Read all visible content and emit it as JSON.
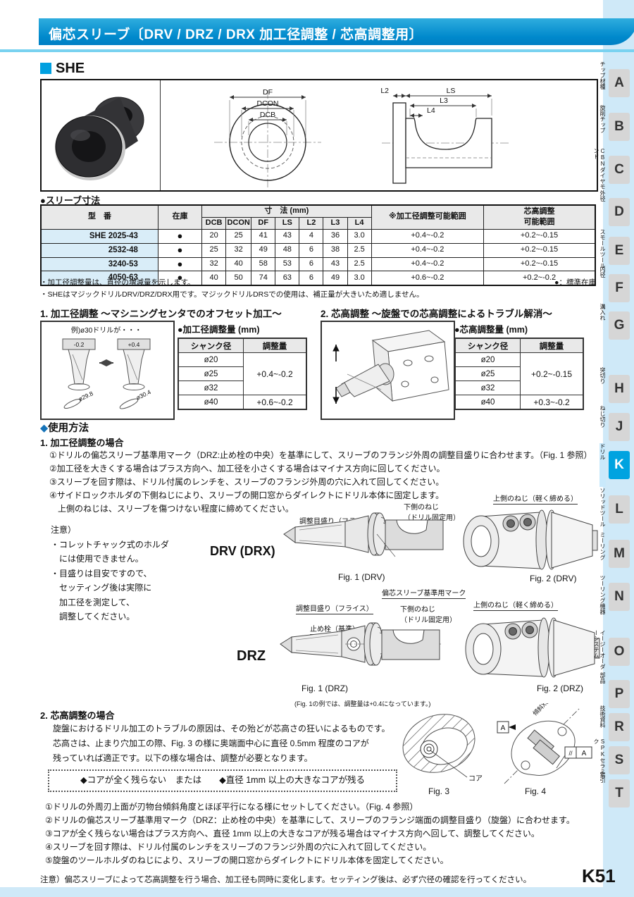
{
  "page": {
    "title": "偏芯スリーブ〔DRV / DRZ / DRX 加工径調整 / 芯高調整用〕",
    "page_number": "K51"
  },
  "she": {
    "label": "SHE"
  },
  "drawing": {
    "df": "DF",
    "dcon": "DCON",
    "dcb": "DCB",
    "l2": "L2",
    "ls": "LS",
    "l3": "L3",
    "l4": "L4"
  },
  "sleeve_table": {
    "heading": "●スリーブ寸法",
    "col_model": "型　番",
    "col_stock": "在庫",
    "col_dims": "寸　法 (mm)",
    "dim_cols": [
      "DCB",
      "DCON",
      "DF",
      "LS",
      "L2",
      "L3",
      "L4"
    ],
    "col_adjust": "※加工径調整可能範囲",
    "col_core_1": "芯高調整",
    "col_core_2": "可能範囲",
    "rows": [
      {
        "model": "SHE 2025-43",
        "stock": "●",
        "dims": [
          "20",
          "25",
          "41",
          "43",
          "4",
          "36",
          "3.0"
        ],
        "adjust": "+0.4~-0.2",
        "core": "+0.2~-0.15"
      },
      {
        "model": "2532-48",
        "stock": "●",
        "dims": [
          "25",
          "32",
          "49",
          "48",
          "6",
          "38",
          "2.5"
        ],
        "adjust": "+0.4~-0.2",
        "core": "+0.2~-0.15"
      },
      {
        "model": "3240-53",
        "stock": "●",
        "dims": [
          "32",
          "40",
          "58",
          "53",
          "6",
          "43",
          "2.5"
        ],
        "adjust": "+0.4~-0.2",
        "core": "+0.2~-0.15"
      },
      {
        "model": "4050-63",
        "stock": "●",
        "dims": [
          "40",
          "50",
          "74",
          "63",
          "6",
          "49",
          "3.0"
        ],
        "adjust": "+0.6~-0.2",
        "core": "+0.2~-0.2"
      }
    ],
    "note1": "・加工径調整量は、直径の増減量を示します。",
    "note2": "・SHEはマジックドリルDRV/DRZ/DRX用です。マジックドリルDRSでの使用は、補正量が大きいため適しません。",
    "stock_legend": "●：標準在庫"
  },
  "adjust_example": {
    "caption": "例)ø30ドリルが・・・",
    "dial_left": "-0.2",
    "dial_right": "+0.4",
    "dia_left": "ø29.8",
    "dia_right": "ø30.4"
  },
  "section1": {
    "title": "1. 加工径調整 〜マシニングセンタでのオフセット加工〜",
    "table_title": "●加工径調整量 (mm)",
    "col_shank": "シャンク径",
    "col_amount": "調整量",
    "shank0": "ø20",
    "shank1": "ø25",
    "shank2": "ø32",
    "shank3": "ø40",
    "amount_small": "+0.4~-0.2",
    "amount_large": "+0.6~-0.2"
  },
  "section2": {
    "title": "2. 芯高調整 〜旋盤での芯高調整によるトラブル解消〜",
    "table_title": "●芯高調整量 (mm)",
    "col_shank": "シャンク径",
    "col_amount": "調整量",
    "shank0": "ø20",
    "shank1": "ø25",
    "shank2": "ø32",
    "shank3": "ø40",
    "amount_small": "+0.2~-0.15",
    "amount_large": "+0.3~-0.2"
  },
  "usage": {
    "heading_diamond": "◆",
    "heading_text": "使用方法",
    "case1_title": "1. 加工径調整の場合",
    "case1_steps": [
      "①ドリルの偏芯スリーブ基準用マーク（DRZ:止め栓の中央）を基準にして、スリーブのフランジ外周の調整目盛りに合わせます。（Fig. 1 参照）",
      "②加工径を大きくする場合はプラス方向へ、加工径を小さくする場合はマイナス方向に回してください。",
      "③スリーブを回す際は、ドリル付属のレンチを、スリーブのフランジ外周の穴に入れて回してください。",
      "④サイドロックホルダの下側ねじにより、スリーブの開口窓からダイレクトにドリル本体に固定します。",
      "　上側のねじは、スリーブを傷つけない程度に締めてください。"
    ],
    "caution_title": "注意）",
    "caution_lines": [
      "・コレットチャック式のホルダ",
      "　には使用できません。",
      "・目盛りは目安ですので、",
      "　セッティング後は実際に",
      "　加工径を測定して、",
      "　調整してください。"
    ],
    "drv_label": "DRV (DRX)",
    "drz_label": "DRZ",
    "fig1_drv": "Fig. 1 (DRV)",
    "fig2_drv": "Fig. 2 (DRV)",
    "fig1_drz": "Fig. 1 (DRZ)",
    "fig2_drz": "Fig. 2 (DRZ)",
    "drz_note": "(Fig. 1の例では、調整量は+0.4になっています。)",
    "callout_scale": "調整目盛り（フライス）",
    "callout_lower1": "下側のねじ",
    "callout_lower2": "（ドリル固定用）",
    "callout_upper": "上側のねじ（軽く締める）",
    "callout_mark": "偏芯スリーブ基準用マーク",
    "callout_pin": "止め栓（基準）",
    "case2_title": "2. 芯高調整の場合",
    "case2_lines": [
      "旋盤におけるドリル加工のトラブルの原因は、その殆どが芯高さの狂いによるものです。",
      "芯高さは、止まり穴加工の際、Fig. 3 の様に奥端面中心に直径 0.5mm 程度のコアが",
      "残っていれば適正です。以下の様な場合は、調整が必要となります。"
    ],
    "core_box": "◆コアが全く残らない　または　　◆直径 1mm 以上の大きなコアが残る",
    "fig3": "Fig. 3",
    "fig4": "Fig. 4",
    "core_label": "コア",
    "axis_label": "傾斜X軸",
    "datum": "A",
    "parallel": "//",
    "case2_steps": [
      "①ドリルの外周刃上面が刃物台傾斜角度とほぼ平行になる様にセットしてください。（Fig. 4 参照）",
      "②ドリルの偏芯スリーブ基準用マーク（DRZ：止め栓の中央）を基準にして、スリーブのフランジ端面の調整目盛り（旋盤）に合わせます。",
      "③コアが全く残らない場合はプラス方向へ、直径 1mm 以上の大きなコアが残る場合はマイナス方向へ回して、調整してください。",
      "④スリーブを回す際は、ドリル付属のレンチをスリーブのフランジ外周の穴に入れて回してください。",
      "⑤旋盤のツールホルダのねじにより、スリーブの開口窓からダイレクトにドリル本体を固定してください。"
    ],
    "final_note": "注意）偏芯スリーブによって芯高調整を行う場合、加工径も同時に変化します。セッティング後は、必ず穴径の確認を行ってください。"
  },
  "sidebar": {
    "tabs": [
      {
        "letter": "A",
        "label": "チップ材種"
      },
      {
        "letter": "B",
        "label": "旋削チップ"
      },
      {
        "letter": "C",
        "label": "CBNダイヤモンド"
      },
      {
        "letter": "D",
        "label": "外径"
      },
      {
        "letter": "E",
        "label": "スモールツール"
      },
      {
        "letter": "F",
        "label": "内径"
      },
      {
        "letter": "G",
        "label": "溝入れ"
      },
      {
        "letter": "H",
        "label": "突切り"
      },
      {
        "letter": "J",
        "label": "ねじ切り"
      },
      {
        "letter": "K",
        "label": "ドリル"
      },
      {
        "letter": "L",
        "label": "ソリッドツール"
      },
      {
        "letter": "M",
        "label": "ミーリング"
      },
      {
        "letter": "N",
        "label": "ツーリング機器"
      },
      {
        "letter": "O",
        "label": "イージーオーダーシステム"
      },
      {
        "letter": "P",
        "label": "部品"
      },
      {
        "letter": "R",
        "label": "技術資料"
      },
      {
        "letter": "S",
        "label": "SPKセラミック"
      },
      {
        "letter": "T",
        "label": "索引"
      }
    ]
  }
}
